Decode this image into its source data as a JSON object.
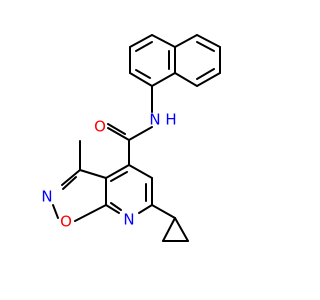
{
  "molecule": {
    "atoms": {
      "carbonyl_o": {
        "symbol": "O",
        "color": "#ff0000"
      },
      "amide_n": {
        "symbol": "N",
        "color": "#0000ff"
      },
      "amide_h": {
        "symbol": "H",
        "color": "#0000ff"
      },
      "isoxazole_n": {
        "symbol": "N",
        "color": "#0000ff"
      },
      "isoxazole_o": {
        "symbol": "O",
        "color": "#ff0000"
      },
      "pyridine_n": {
        "symbol": "N",
        "color": "#0000ff"
      }
    },
    "colors": {
      "bond": "#000000",
      "nitrogen": "#0000ff",
      "oxygen": "#ff0000"
    }
  }
}
